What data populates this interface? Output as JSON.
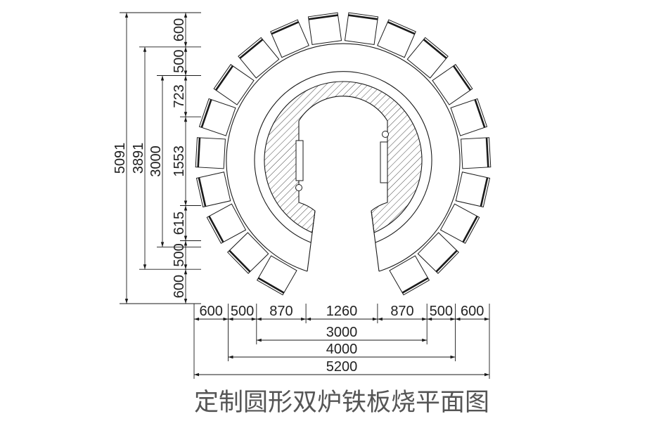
{
  "title": "定制圆形双炉铁板烧平面图",
  "vertical_dimensions": {
    "overall": "5091",
    "partial": "3891",
    "inner": "3000",
    "segments": [
      "600",
      "500",
      "723",
      "1553",
      "615",
      "500",
      "600"
    ]
  },
  "horizontal_dimensions": {
    "segments": [
      "600",
      "500",
      "870",
      "1260",
      "870",
      "500",
      "600"
    ],
    "inner": "3000",
    "partial": "4000",
    "overall": "5200"
  },
  "colors": {
    "background": "#ffffff",
    "line": "#1a1a1a",
    "dimension_text": "#222222",
    "title_text": "#555555"
  }
}
